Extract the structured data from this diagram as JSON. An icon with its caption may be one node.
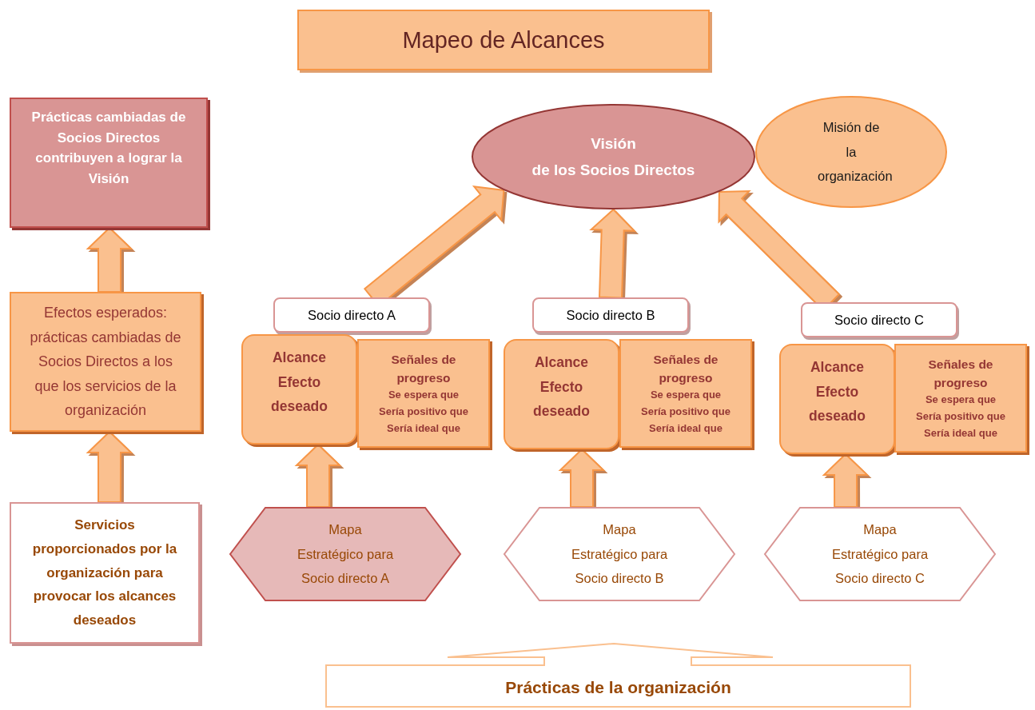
{
  "diagram": {
    "title": "Mapeo de Alcances",
    "nodes": [
      {
        "text": [
          "Prácticas cambiadas de Socios Directos contribuyen a lograr la Visión"
        ]
      },
      {
        "text": [
          "Efectos esperados: prácticas cambiadas de Socios Directos a los que los servicios de la organización"
        ]
      },
      {
        "text": [
          "Servicios proporcionados por la organización para provocar los alcances deseados"
        ]
      },
      {
        "text": [
          "Visión",
          "de los Socios Directos"
        ]
      },
      {
        "text": [
          "Misión de la organización"
        ]
      },
      {
        "text": [
          "Socio directo A"
        ]
      },
      {
        "text": [
          "Alcance Efecto deseado"
        ]
      },
      {
        "text": [
          "Señales de progreso",
          "Se espera que",
          "Sería positivo que",
          "Sería ideal que"
        ]
      },
      {
        "text": [
          "Mapa",
          "Estratégico para Socio directo A"
        ]
      },
      {
        "text": [
          "Socio directo B"
        ]
      },
      {
        "text": [
          "Alcance Efecto deseado"
        ]
      },
      {
        "text": [
          "Señales de progreso",
          "Se espera que",
          "Sería positivo que",
          "Sería ideal que"
        ]
      },
      {
        "text": [
          "Mapa",
          "Estratégico para Socio directo B"
        ]
      },
      {
        "text": [
          "Socio directo C"
        ]
      },
      {
        "text": [
          "Alcance Efecto deseado"
        ]
      },
      {
        "text": [
          "Señales de progreso",
          "Se espera que",
          "Sería positivo que",
          "Sería ideal que"
        ]
      },
      {
        "text": [
          "Mapa",
          "Estratégico para Socio directo C"
        ]
      },
      {
        "text": [
          "Prácticas de la organización"
        ]
      }
    ],
    "edges": [
      {
        "from": 2,
        "to": 1,
        "arrow": "to"
      },
      {
        "from": 1,
        "to": 0,
        "arrow": "to"
      },
      {
        "from": 8,
        "to": 6,
        "arrow": "to"
      },
      {
        "from": 12,
        "to": 10,
        "arrow": "to"
      },
      {
        "from": 16,
        "to": 14,
        "arrow": "to"
      },
      {
        "from": 5,
        "to": 3,
        "arrow": "to"
      },
      {
        "from": 9,
        "to": 3,
        "arrow": "to"
      },
      {
        "from": 13,
        "to": 3,
        "arrow": "to"
      }
    ]
  }
}
